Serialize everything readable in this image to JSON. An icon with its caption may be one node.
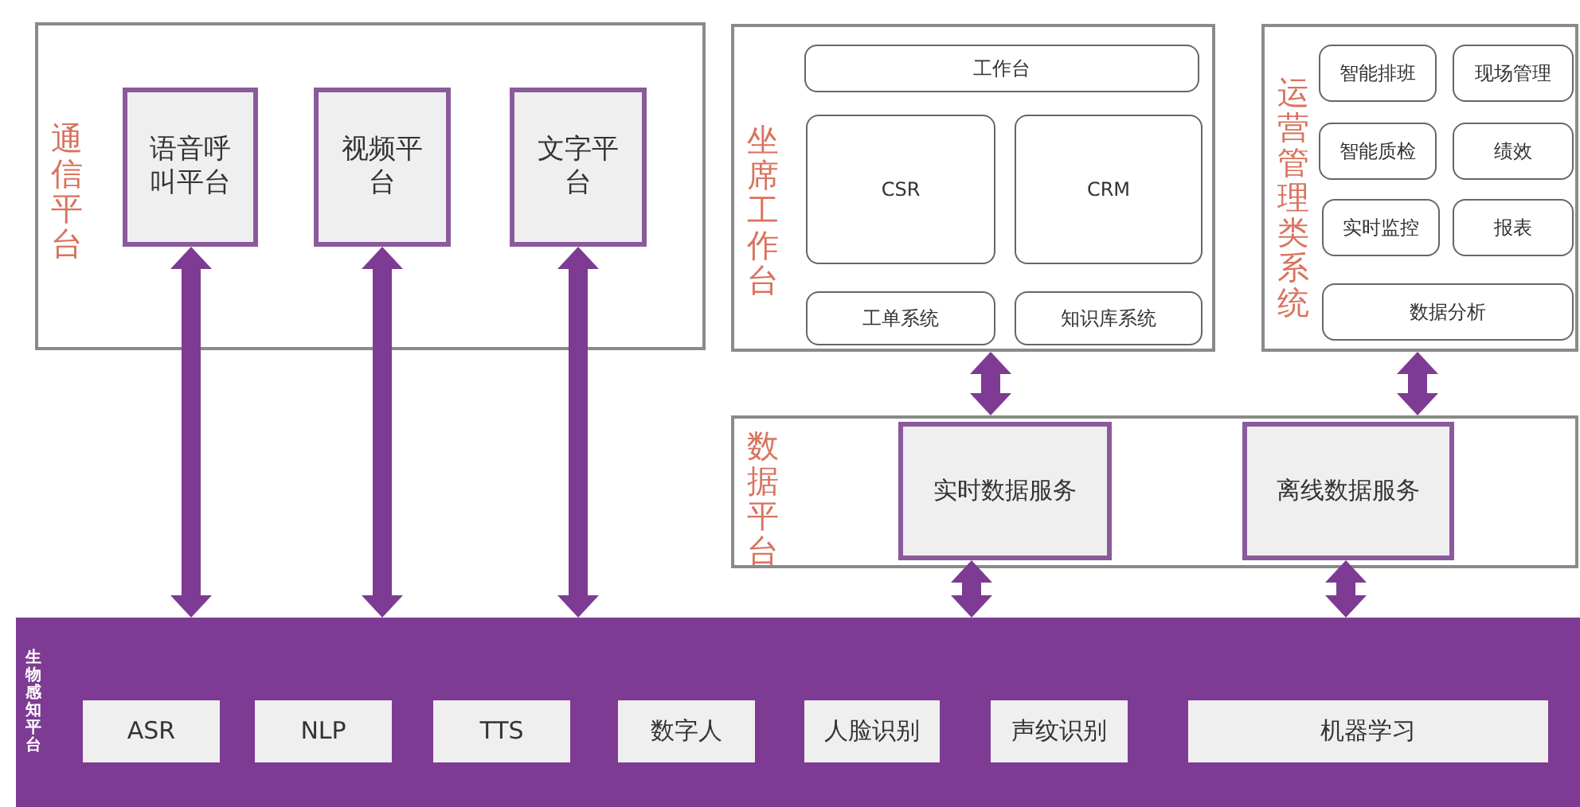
{
  "diagram": {
    "nodes": [
      {
        "text": [
          "通信平台"
        ]
      },
      {
        "text": [
          "语音呼叫平台"
        ],
        "in": 0
      },
      {
        "text": [
          "视频平台"
        ],
        "in": 0
      },
      {
        "text": [
          "文字平台"
        ],
        "in": 0
      },
      {
        "text": [
          "坐席工作台"
        ]
      },
      {
        "text": [
          "工作台"
        ],
        "in": 4
      },
      {
        "text": [
          "CSR"
        ],
        "in": 4
      },
      {
        "text": [
          "CRM"
        ],
        "in": 4
      },
      {
        "text": [
          "工单系统"
        ],
        "in": 4
      },
      {
        "text": [
          "知识库系统"
        ],
        "in": 4
      },
      {
        "text": [
          "运营管理类系统"
        ]
      },
      {
        "text": [
          "智能排班"
        ],
        "in": 10
      },
      {
        "text": [
          "现场管理"
        ],
        "in": 10
      },
      {
        "text": [
          "智能质检"
        ],
        "in": 10
      },
      {
        "text": [
          "绩效"
        ],
        "in": 10
      },
      {
        "text": [
          "实时监控"
        ],
        "in": 10
      },
      {
        "text": [
          "报表"
        ],
        "in": 10
      },
      {
        "text": [
          "数据分析"
        ],
        "in": 10
      },
      {
        "text": [
          "数据平台"
        ]
      },
      {
        "text": [
          "实时数据服务"
        ],
        "in": 18
      },
      {
        "text": [
          "离线数据服务"
        ],
        "in": 18
      },
      {
        "text": [
          "生物感知平台"
        ]
      },
      {
        "text": [
          "ASR"
        ],
        "in": 21
      },
      {
        "text": [
          "NLP"
        ],
        "in": 21
      },
      {
        "text": [
          "TTS"
        ],
        "in": 21
      },
      {
        "text": [
          "数字人"
        ],
        "in": 21
      },
      {
        "text": [
          "人脸识别"
        ],
        "in": 21
      },
      {
        "text": [
          "声纹识别"
        ],
        "in": 21
      },
      {
        "text": [
          "机器学习"
        ],
        "in": 21
      }
    ],
    "edges": [
      {
        "from": 1,
        "to": 21,
        "arrow": "both"
      },
      {
        "from": 2,
        "to": 21,
        "arrow": "both"
      },
      {
        "from": 3,
        "to": 21,
        "arrow": "both"
      },
      {
        "from": 4,
        "to": 18,
        "arrow": "both"
      },
      {
        "from": 10,
        "to": 18,
        "arrow": "both"
      },
      {
        "from": 19,
        "to": 21,
        "arrow": "both"
      },
      {
        "from": 20,
        "to": 21,
        "arrow": "both"
      }
    ]
  }
}
